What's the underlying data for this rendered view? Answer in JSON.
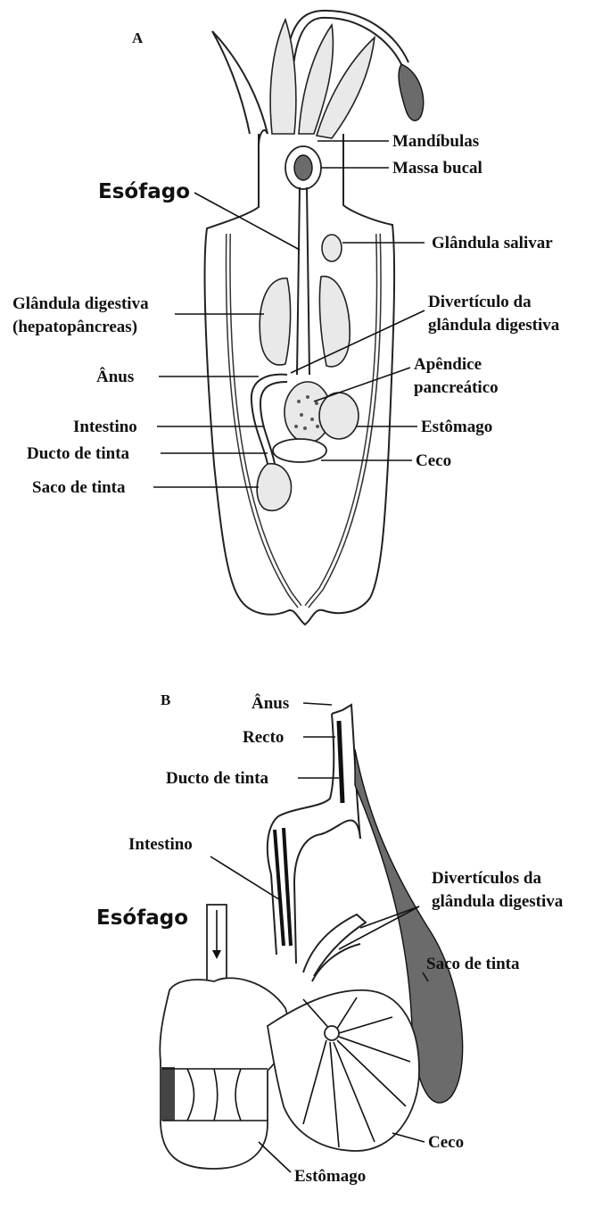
{
  "panel_a": {
    "letter": "A",
    "labels": {
      "mandibulas": "Mandíbulas",
      "massa_bucal": "Massa bucal",
      "esofago": "Esófago",
      "glandula_salivar": "Glândula salivar",
      "glandula_digestiva_1": "Glândula digestiva",
      "glandula_digestiva_2": "(hepatopâncreas)",
      "diverticulo_1": "Divertículo da",
      "diverticulo_2": "glândula digestiva",
      "anus": "Ânus",
      "apendice_1": "Apêndice",
      "apendice_2": "pancreático",
      "intestino": "Intestino",
      "estomago": "Estômago",
      "ducto_tinta": "Ducto de tinta",
      "ceco": "Ceco",
      "saco_tinta": "Saco de tinta"
    }
  },
  "panel_b": {
    "letter": "B",
    "labels": {
      "anus": "Ânus",
      "recto": "Recto",
      "ducto_tinta": "Ducto de tinta",
      "intestino": "Intestino",
      "diverticulos_1": "Divertículos da",
      "diverticulos_2": "glândula digestiva",
      "esofago": "Esófago",
      "saco_tinta": "Saco de tinta",
      "ceco": "Ceco",
      "estomago": "Estômago"
    }
  }
}
